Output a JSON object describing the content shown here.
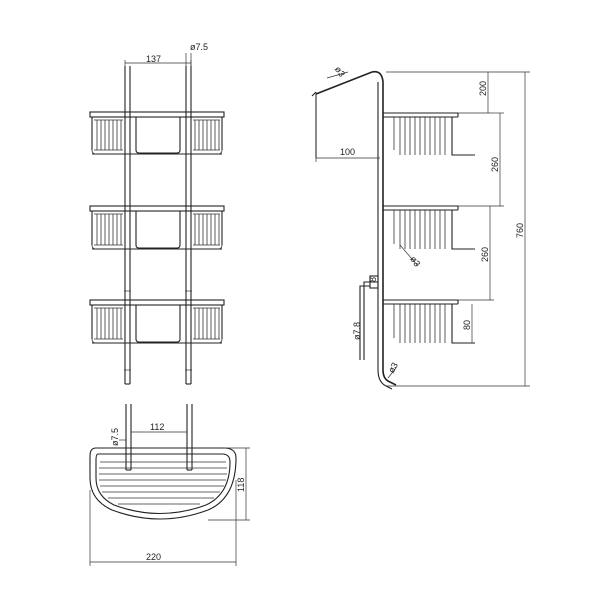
{
  "dimensions": {
    "front_pitch": "137",
    "front_rod_diameter": "ø7.5",
    "side_depth": "100",
    "side_top_clearance": "200",
    "side_upper_spacing": "260",
    "side_lower_spacing": "260",
    "side_basket_height": "80",
    "side_total_height": "760",
    "side_wire_diameter_top": "ø3",
    "side_wire_diameter_mid": "ø3",
    "side_wire_diameter_bottom": "ø3",
    "side_clamp_size": "8",
    "side_clamp_diameter": "ø7.8",
    "plan_rod_diameter": "ø7.5",
    "plan_pitch": "112",
    "plan_depth": "118",
    "plan_width": "220"
  }
}
